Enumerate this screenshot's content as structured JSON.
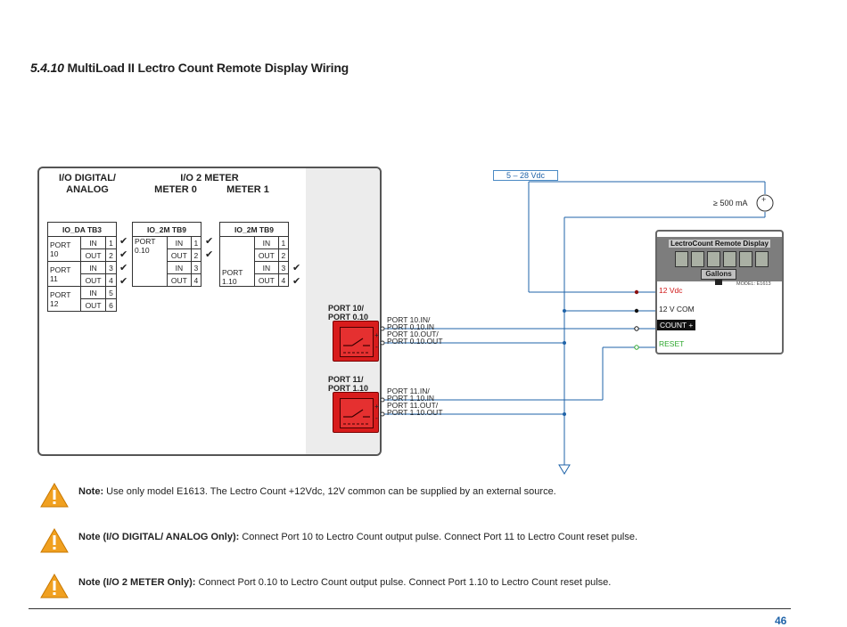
{
  "title": {
    "number": "5.4.10",
    "text": "MultiLoad II Lectro Count Remote Display Wiring"
  },
  "panel": {
    "hdr_io_digital_line1": "I/O DIGITAL/",
    "hdr_io_digital_line2": "ANALOG",
    "hdr_io2meter": "I/O 2 METER",
    "hdr_meter0": "METER 0",
    "hdr_meter1": "METER 1",
    "tb1": {
      "title": "IO_DA  TB3",
      "rows": [
        {
          "port": "PORT 10",
          "dir": "IN",
          "n": "1",
          "check": "✔"
        },
        {
          "port": "",
          "dir": "OUT",
          "n": "2",
          "check": "✔"
        },
        {
          "port": "PORT 11",
          "dir": "IN",
          "n": "3",
          "check": "✔"
        },
        {
          "port": "",
          "dir": "OUT",
          "n": "4",
          "check": "✔"
        },
        {
          "port": "PORT 12",
          "dir": "IN",
          "n": "5",
          "check": ""
        },
        {
          "port": "",
          "dir": "OUT",
          "n": "6",
          "check": ""
        }
      ]
    },
    "tb2": {
      "title": "IO_2M  TB9",
      "port_line1": "PORT",
      "port_line2": "0.10",
      "rows": [
        {
          "dir": "IN",
          "n": "1",
          "check": "✔"
        },
        {
          "dir": "OUT",
          "n": "2",
          "check": "✔"
        },
        {
          "dir": "IN",
          "n": "3",
          "check": ""
        },
        {
          "dir": "OUT",
          "n": "4",
          "check": ""
        }
      ]
    },
    "tb3": {
      "title": "IO_2M  TB9",
      "port_line1": "PORT",
      "port_line2": "1.10",
      "rows": [
        {
          "dir": "IN",
          "n": "1",
          "check": ""
        },
        {
          "dir": "OUT",
          "n": "2",
          "check": ""
        },
        {
          "dir": "IN",
          "n": "3",
          "check": "✔"
        },
        {
          "dir": "OUT",
          "n": "4",
          "check": "✔"
        }
      ]
    },
    "relay1": {
      "label_line1": "PORT 10/",
      "label_line2": "PORT 0.10"
    },
    "relay2": {
      "label_line1": "PORT 11/",
      "label_line2": "PORT 1.10"
    }
  },
  "wires": {
    "r1_in1": "PORT 10.IN/",
    "r1_in2": "PORT 0.10.IN",
    "r1_out1": "PORT 10.OUT/",
    "r1_out2": "PORT 0.10.OUT",
    "r2_in1": "PORT 11.IN/",
    "r2_in2": "PORT 1.10.IN",
    "r2_out1": "PORT 11.OUT/",
    "r2_out2": "PORT 1.10.OUT",
    "plus": "+",
    "minus": "-"
  },
  "supply": {
    "voltage": "5 – 28 Vdc",
    "current": "≥ 500 mA"
  },
  "display": {
    "title": "LectroCount Remote Display",
    "unit": "Gallons",
    "model": "MODEL: E1613",
    "term_12vdc": "12 Vdc",
    "term_12vcom": "12 V COM",
    "term_count": "COUNT +",
    "term_reset": "RESET"
  },
  "notes": [
    {
      "bold": "Note:",
      "text": " Use only model E1613. The Lectro Count +12Vdc, 12V common can be supplied by an external source."
    },
    {
      "bold": "Note (I/O DIGITAL/ ANALOG Only):",
      "text": " Connect Port 10 to Lectro Count output pulse. Connect Port 11 to Lectro Count reset pulse."
    },
    {
      "bold": "Note (I/O 2 METER Only):",
      "text": " Connect Port 0.10 to Lectro Count output pulse. Connect Port 1.10 to Lectro Count reset pulse."
    }
  ],
  "page_number": "46",
  "colors": {
    "wire_blue": "#1f63a8",
    "relay_red": "#d81c1c",
    "reset_green": "#2ea82e",
    "vdc_red": "#d01818",
    "warn_orange": "#f0a020"
  }
}
